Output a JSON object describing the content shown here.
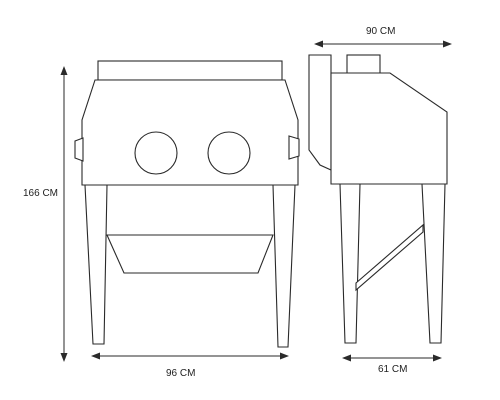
{
  "dimensions": {
    "height": "166 CM",
    "front_width": "96 CM",
    "side_top_depth": "90 CM",
    "side_leg_depth": "61 CM"
  },
  "colors": {
    "line": "#2a2a2a",
    "background": "#ffffff"
  }
}
